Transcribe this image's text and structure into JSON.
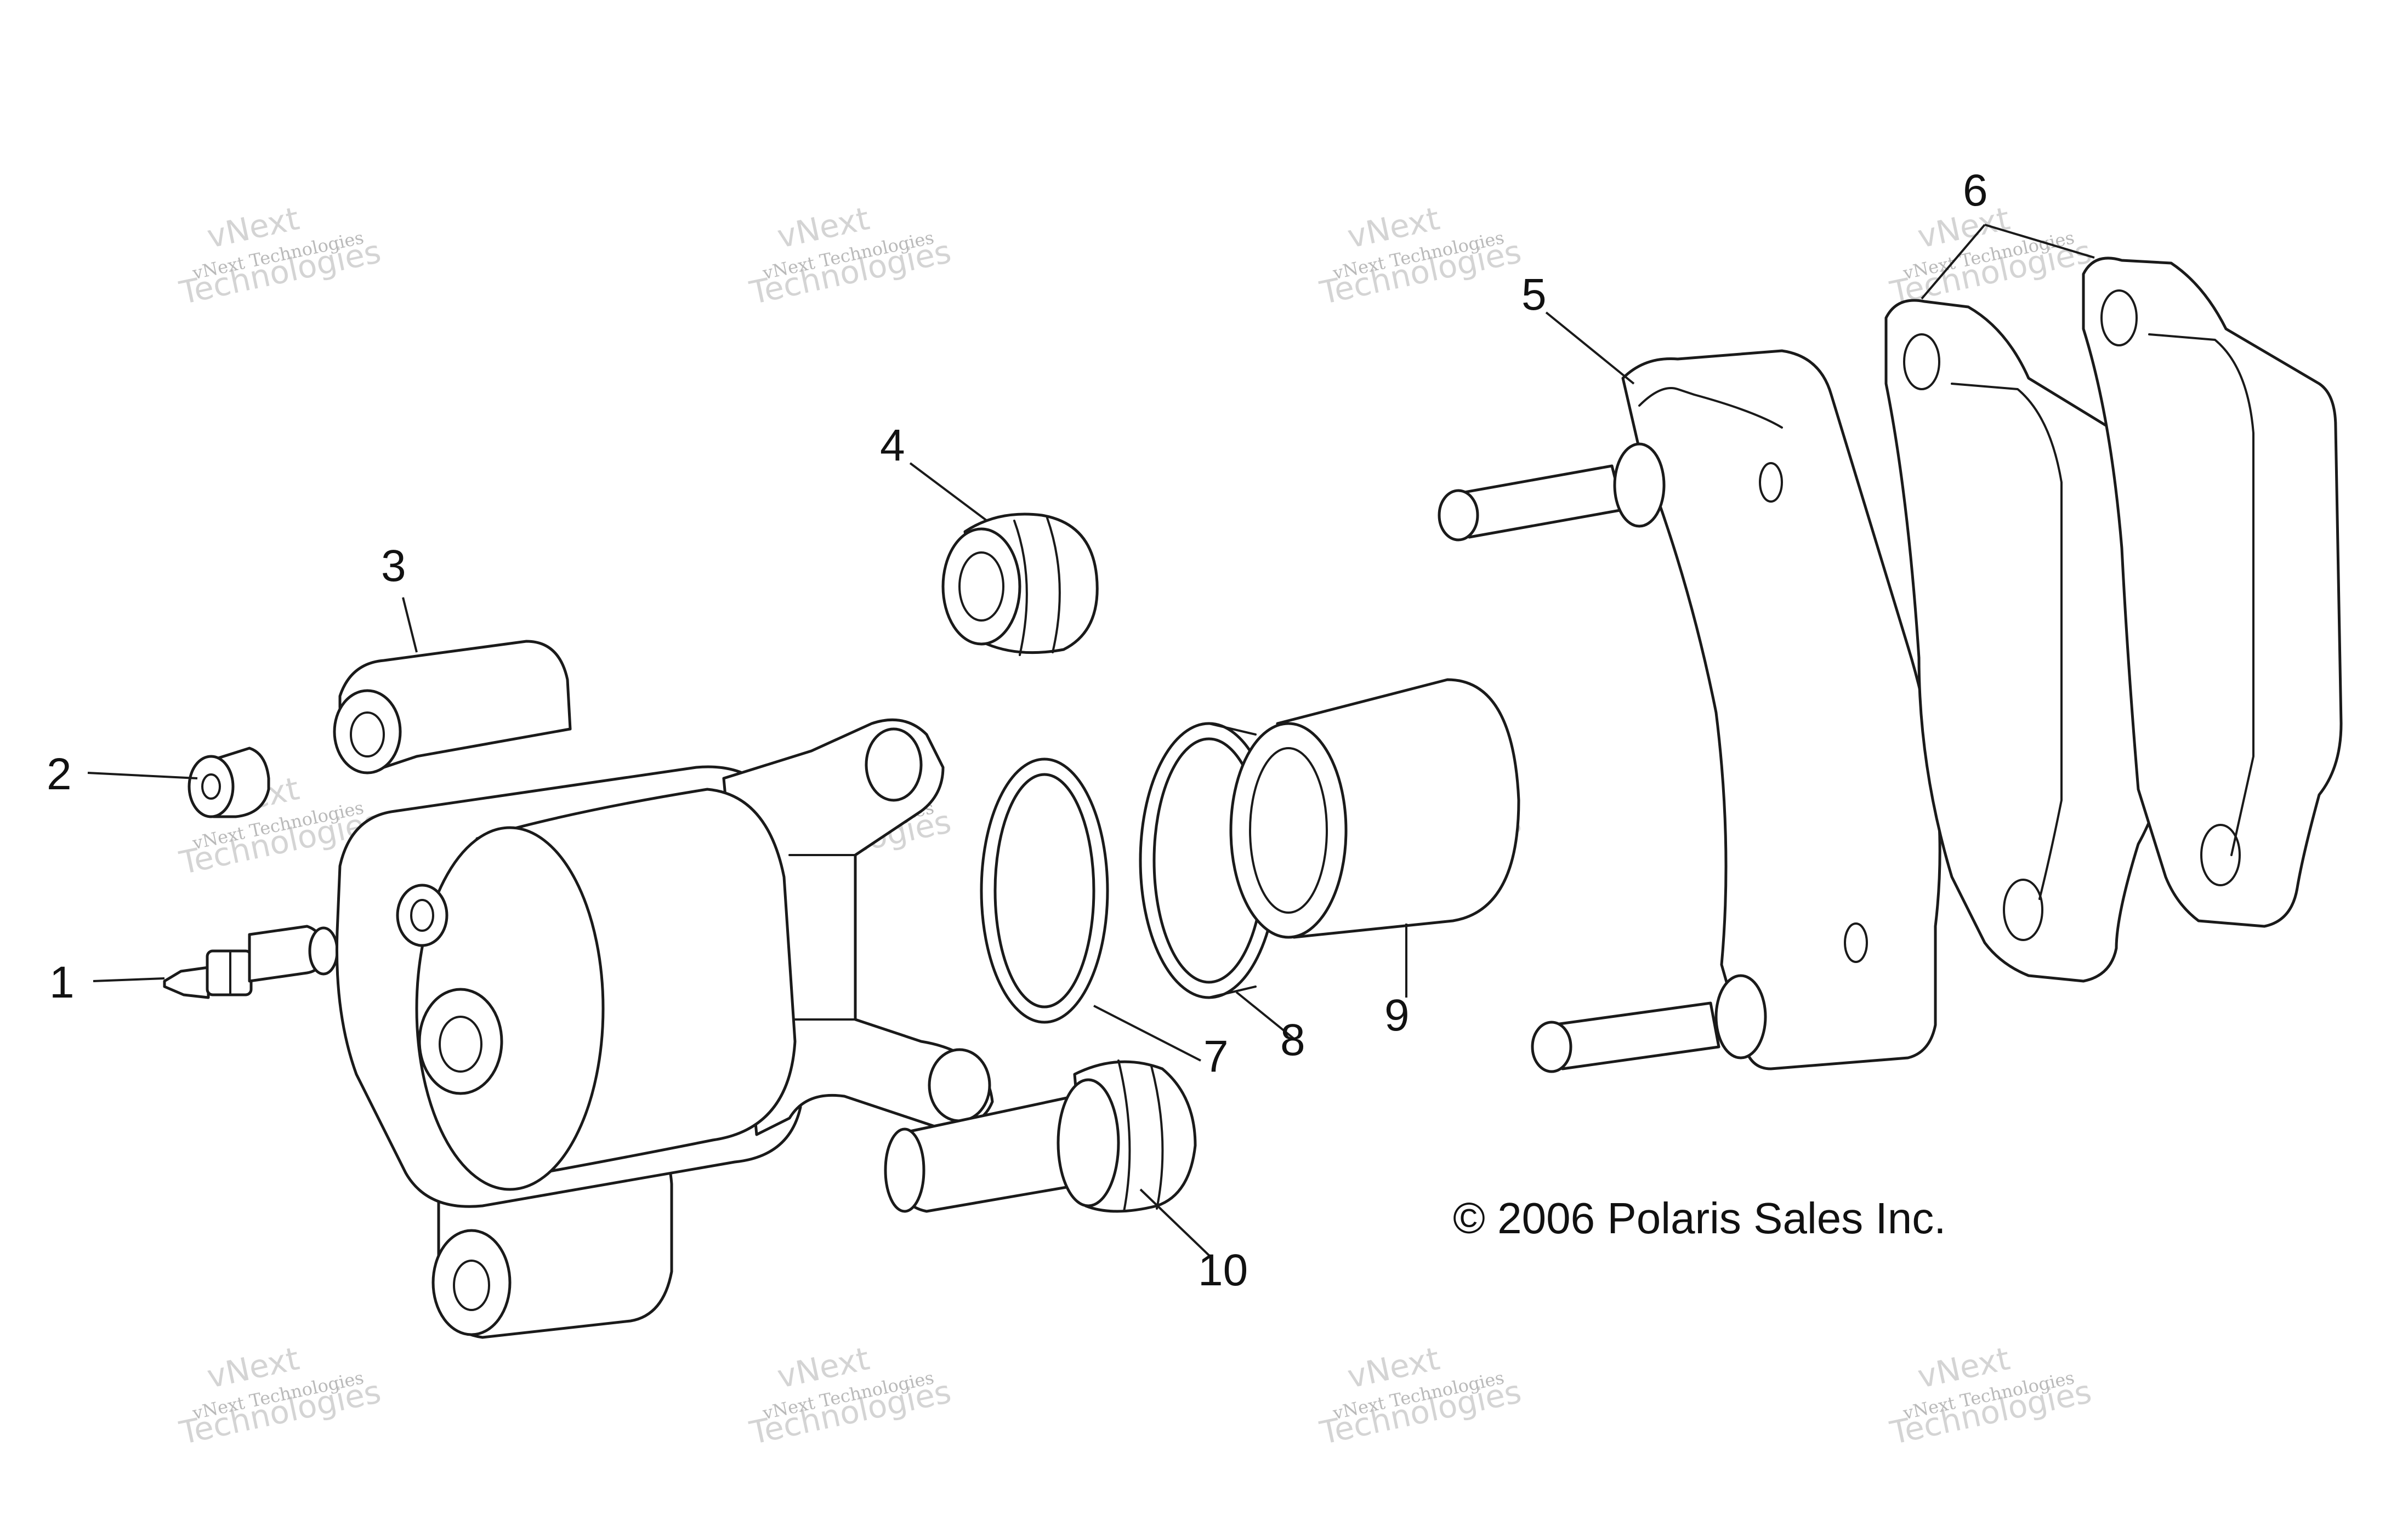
{
  "callouts": [
    "1",
    "2",
    "3",
    "4",
    "5",
    "6",
    "7",
    "8",
    "9",
    "10"
  ],
  "copyright": "© 2006 Polaris Sales Inc.",
  "watermark": {
    "line_small": "vNext Technologies",
    "line_large": "Technologies",
    "line_top": "vNext"
  }
}
